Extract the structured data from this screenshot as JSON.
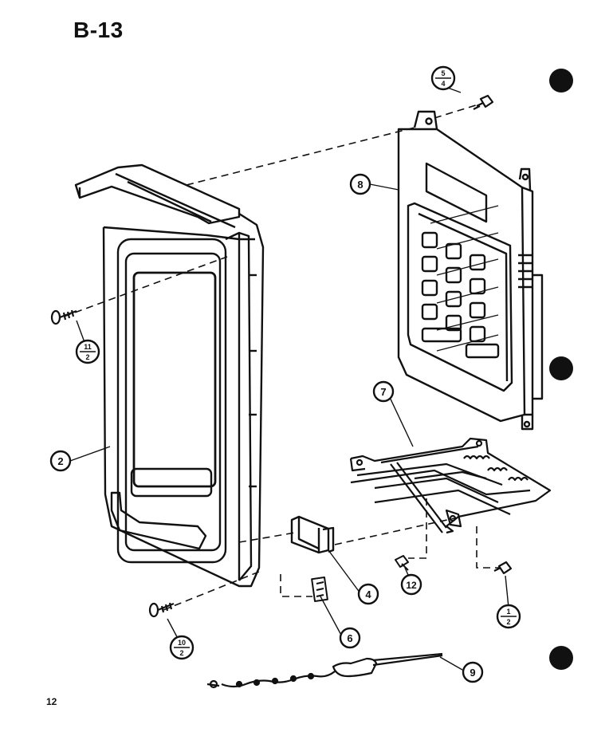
{
  "page": {
    "title": "B-13",
    "page_number": "12"
  },
  "parts": [
    {
      "id": "p2",
      "label": "2"
    },
    {
      "id": "p4",
      "label": "4"
    },
    {
      "id": "p6",
      "label": "6"
    },
    {
      "id": "p7",
      "label": "7"
    },
    {
      "id": "p8",
      "label": "8"
    },
    {
      "id": "p9",
      "label": "9"
    },
    {
      "id": "p12",
      "label": "12"
    }
  ],
  "screw_refs": [
    {
      "id": "s-top",
      "num": "5",
      "den": "4"
    },
    {
      "id": "s-left",
      "num": "11",
      "den": "2"
    },
    {
      "id": "s-bottom",
      "num": "10",
      "den": "2"
    },
    {
      "id": "s-right",
      "num": "1",
      "den": "2"
    }
  ],
  "colors": {
    "ink": "#111111",
    "paper": "#ffffff"
  }
}
